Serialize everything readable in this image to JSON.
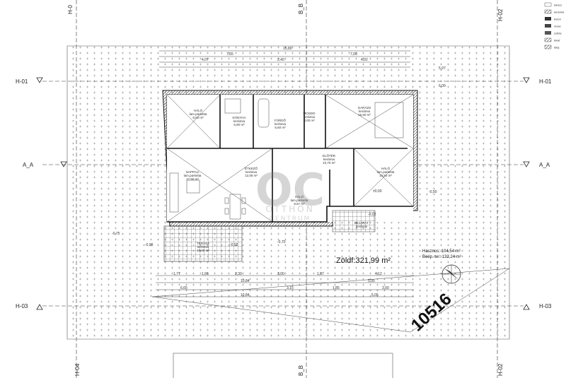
{
  "axes": {
    "top": [
      "H-0",
      "B_B",
      "H-02"
    ],
    "left": [
      "H-01",
      "A_A",
      "H-03"
    ],
    "right": [
      "H-01",
      "A_A",
      "H-03"
    ],
    "bottom": [
      "H-04",
      "B_B",
      "H-02"
    ]
  },
  "dimensions_top": [
    "15,80",
    "7,65",
    "7,00",
    "4,07",
    "2,40",
    "4,02",
    "5,97",
    "6,09"
  ],
  "dimensions_bottom": [
    "1,77",
    "1,66",
    "2,30",
    "3,00",
    "1,97",
    "4,12",
    "5,05",
    "6,65",
    "10,84",
    "3,15",
    "1,85",
    "3,00",
    "5,05",
    "10,84"
  ],
  "rooms": [
    {
      "name": "HÁLÓ",
      "floor": "lam.parketta",
      "area": "9,60 m²"
    },
    {
      "name": "KONYHA",
      "floor": "kerámia",
      "area": "6,90 m²"
    },
    {
      "name": "FÜRDŐ",
      "floor": "kerámia",
      "area": "6,60 m²"
    },
    {
      "name": "MOSDÓ",
      "floor": "kerámia",
      "area": "3,00 m²"
    },
    {
      "name": "GARÁZS",
      "floor": "kerámia",
      "area": "15,60 m²"
    },
    {
      "name": "NAPPALI",
      "floor": "lam.parketta",
      "area": "17,50 m²"
    },
    {
      "name": "ÉTKEZŐ",
      "floor": "kerámia",
      "area": "12,08 m²"
    },
    {
      "name": "ELŐTÉR",
      "floor": "kerámia",
      "area": "10,70 m²"
    },
    {
      "name": "HÁLÓ",
      "floor": "lam.parketta",
      "area": "9,67 m²"
    },
    {
      "name": "HÁLÓ",
      "floor": "lam.parketta",
      "area": "10,50 m²"
    },
    {
      "name": "TERASZ",
      "floor": "kerámia",
      "area": "10,00 m²"
    },
    {
      "name": "BEJÁRAT",
      "floor": "kerámia",
      "area": ""
    }
  ],
  "levels": [
    "±0,00",
    "-0,70",
    "-0,02",
    "-0,99",
    "-0,50",
    "-0,75",
    "-0,02"
  ],
  "summary": {
    "green_area": "Zöldf:321,99 m²",
    "useful_area": "Hasznos: 104,54 m²",
    "built_area": "Beép. ter: 132,24 m²",
    "lot_number": "10516"
  },
  "watermark": {
    "logo": "OC",
    "line1": "OTTHON",
    "line2": "CENTRUM"
  },
  "legend": [
    "kavics",
    "kerámia",
    "beton",
    "mese",
    "sződe",
    "lekat",
    "talaj"
  ]
}
